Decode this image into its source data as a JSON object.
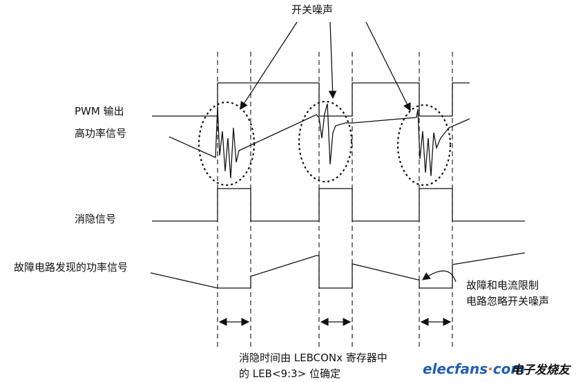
{
  "labels": {
    "switching_noise": "开关噪声",
    "pwm_output": "PWM 输出",
    "high_power_signal": "高功率信号",
    "blanking_signal": "消隐信号",
    "fault_circuit_signal": "故障电路发现的功率信号",
    "ignore_note_line1": "故障和电流限制",
    "ignore_note_line2": "电路忽略开关噪声",
    "blanking_time_line1": "消隐时间由 LEBCONx 寄存器中",
    "blanking_time_line2": "的 LEB<9:3> 位确定"
  },
  "watermark": {
    "site": "elecfans",
    "domain_suffix": "com",
    "cn_name": "电子发烧友",
    "site_color": "#1f5fb4",
    "dot_color": "#e0701a"
  }
}
